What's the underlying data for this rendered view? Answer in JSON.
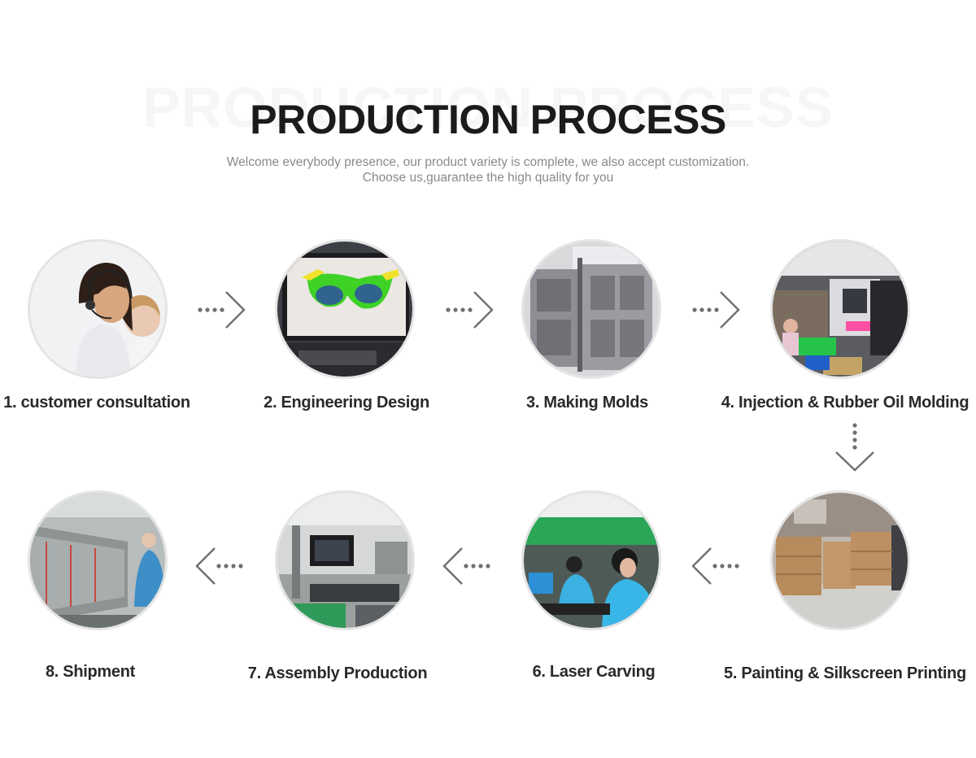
{
  "header": {
    "watermark": "PRODUCTION PROCESS",
    "title": "PRODUCTION PROCESS",
    "subtitle_line1": "Welcome everybody presence, our product variety is complete, we also accept customization.",
    "subtitle_line2": "Choose us,guarantee the high quality for you"
  },
  "steps": [
    {
      "label": "1. customer consultation",
      "image": "customer-service-photo"
    },
    {
      "label": "2. Engineering Design",
      "image": "engineering-design-photo"
    },
    {
      "label": "3. Making Molds",
      "image": "mold-making-photo"
    },
    {
      "label": "4. Injection & Rubber Oil Molding",
      "image": "injection-molding-photo"
    },
    {
      "label": "5. Painting & Silkscreen Printing",
      "image": "warehouse-pallets-photo"
    },
    {
      "label": "6. Laser Carving",
      "image": "laser-carving-workshop-photo"
    },
    {
      "label": "7. Assembly Production",
      "image": "assembly-line-photo"
    },
    {
      "label": "8. Shipment",
      "image": "shipment-line-photo"
    }
  ],
  "arrows": [
    "dotted-arrow-right-icon",
    "dotted-arrow-down-icon",
    "dotted-arrow-left-icon"
  ],
  "colors": {
    "title": "#1b1b1b",
    "subtitle": "#8a8a8a",
    "label": "#2a2a2a",
    "arrow": "#6f6f6f",
    "circle_border": "#e4e4e4"
  }
}
